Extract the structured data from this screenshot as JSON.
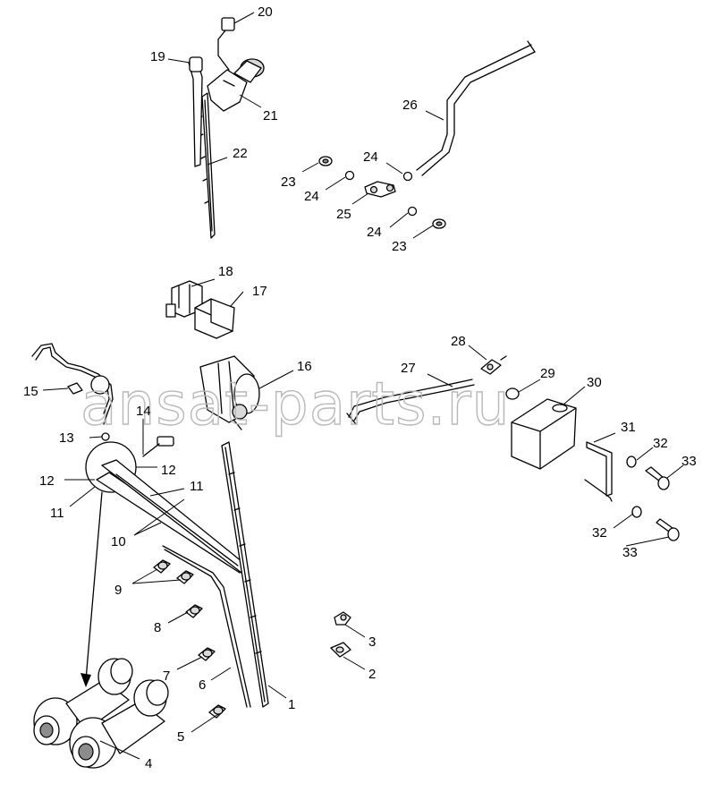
{
  "watermark": "ansat-parts.ru",
  "callouts": {
    "c1": "1",
    "c2": "2",
    "c3": "3",
    "c4": "4",
    "c5": "5",
    "c6": "6",
    "c7": "7",
    "c8": "8",
    "c9": "9",
    "c10": "10",
    "c11a": "11",
    "c11b": "11",
    "c12a": "12",
    "c12b": "12",
    "c13": "13",
    "c14": "14",
    "c15": "15",
    "c16": "16",
    "c17": "17",
    "c18": "18",
    "c19": "19",
    "c20": "20",
    "c21": "21",
    "c22": "22",
    "c23a": "23",
    "c23b": "23",
    "c24a": "24",
    "c24b": "24",
    "c24c": "24",
    "c25": "25",
    "c26": "26",
    "c27": "27",
    "c28": "28",
    "c29": "29",
    "c30": "30",
    "c31": "31",
    "c32a": "32",
    "c32b": "32",
    "c33a": "33",
    "c33b": "33"
  }
}
